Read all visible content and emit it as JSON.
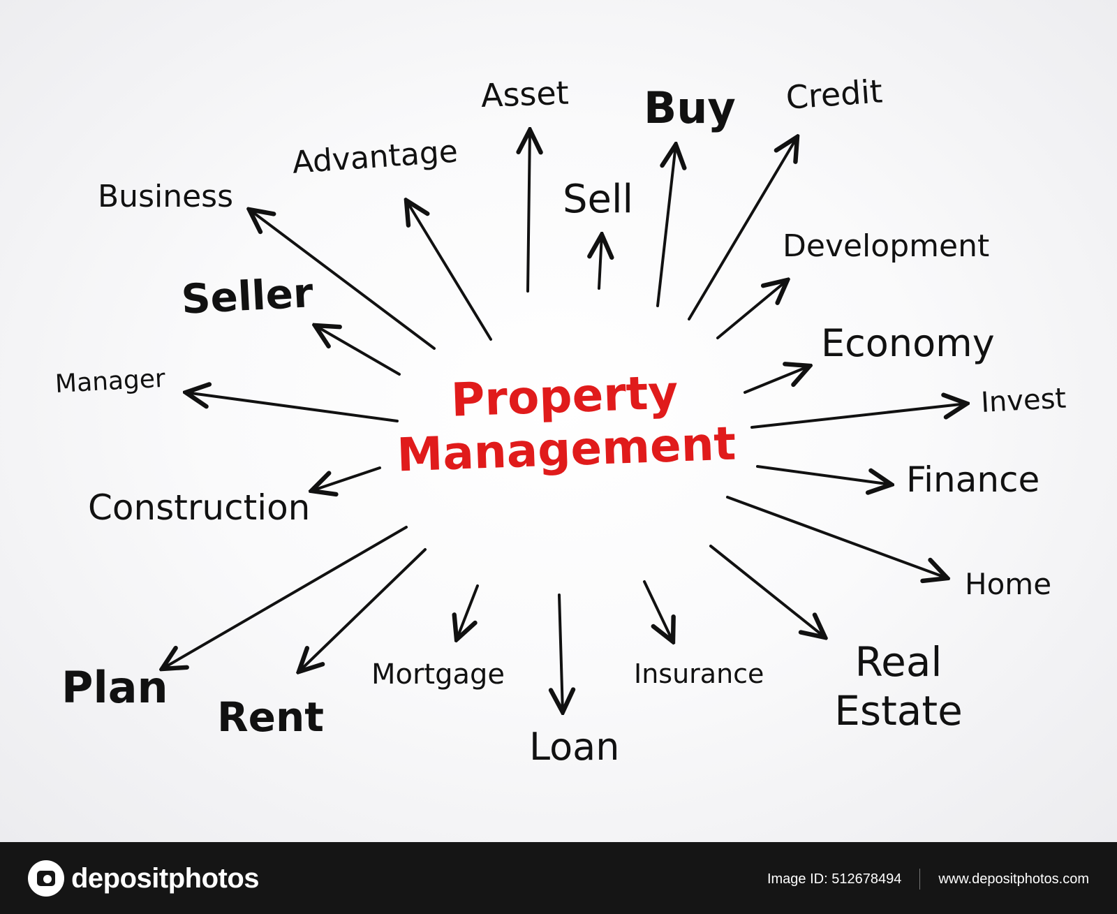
{
  "diagram": {
    "center": {
      "line1": "Property",
      "line2": "Management"
    },
    "nodes": [
      {
        "id": "asset",
        "text": "Asset"
      },
      {
        "id": "buy",
        "text": "Buy"
      },
      {
        "id": "credit",
        "text": "Credit"
      },
      {
        "id": "advantage",
        "text": "Advantage"
      },
      {
        "id": "business",
        "text": "Business"
      },
      {
        "id": "sell",
        "text": "Sell"
      },
      {
        "id": "development",
        "text": "Development"
      },
      {
        "id": "seller",
        "text": "Seller"
      },
      {
        "id": "economy",
        "text": "Economy"
      },
      {
        "id": "manager",
        "text": "Manager"
      },
      {
        "id": "invest",
        "text": "Invest"
      },
      {
        "id": "finance",
        "text": "Finance"
      },
      {
        "id": "construction",
        "text": "Construction"
      },
      {
        "id": "home",
        "text": "Home"
      },
      {
        "id": "real-estate",
        "text": "Real Estate"
      },
      {
        "id": "plan",
        "text": "Plan"
      },
      {
        "id": "rent",
        "text": "Rent"
      },
      {
        "id": "mortgage",
        "text": "Mortgage"
      },
      {
        "id": "insurance",
        "text": "Insurance"
      },
      {
        "id": "loan",
        "text": "Loan"
      }
    ],
    "colors": {
      "center": "#e01b1b",
      "text": "#111111",
      "arrow": "#111111"
    }
  },
  "footer": {
    "brand": "depositphotos",
    "image_id": "Image ID: 512678494",
    "website": "www.depositphotos.com"
  }
}
